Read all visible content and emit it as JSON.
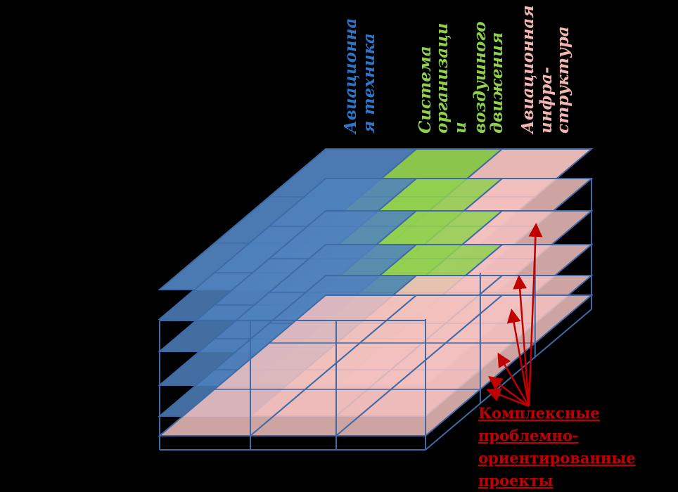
{
  "columns": [
    {
      "lines": [
        "Авиационна",
        "я техника"
      ],
      "color": "#2e75c8"
    },
    {
      "lines": [
        "Система",
        "организаци",
        "и",
        "воздушного",
        "движения"
      ],
      "color": "#8fd14f"
    },
    {
      "lines": [
        "Авиационная",
        "инфра-",
        "структура"
      ],
      "color": "#f2b6b1"
    }
  ],
  "caption": {
    "lines": [
      "Комплексные",
      "проблемно-",
      "ориентированные",
      "проекты"
    ],
    "color": "#c00000"
  },
  "colors": {
    "blue": "#4f81bd",
    "green": "#92d050",
    "pink": "#f2c1be",
    "edge": "#3f6aa6",
    "arrow": "#c00000"
  }
}
